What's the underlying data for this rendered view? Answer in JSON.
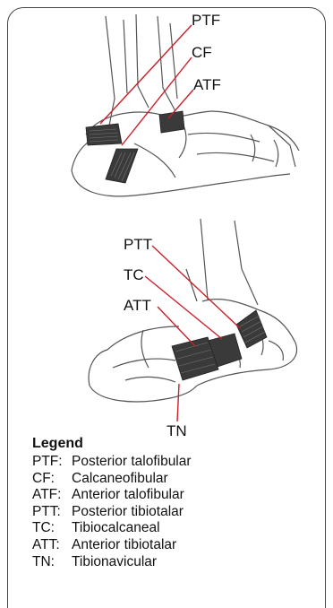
{
  "labels": {
    "ptf": "PTF",
    "cf": "CF",
    "atf": "ATF",
    "ptt": "PTT",
    "tc": "TC",
    "att": "ATT",
    "tn": "TN"
  },
  "legend": {
    "title": "Legend",
    "items": [
      {
        "abbr": "PTF:",
        "name": "Posterior talofibular"
      },
      {
        "abbr": "CF:",
        "name": "Calcaneofibular"
      },
      {
        "abbr": "ATF:",
        "name": "Anterior talofibular"
      },
      {
        "abbr": "PTT:",
        "name": "Posterior tibiotalar"
      },
      {
        "abbr": "TC:",
        "name": "Tibiocalcaneal"
      },
      {
        "abbr": "ATT:",
        "name": "Anterior tibiotalar"
      },
      {
        "abbr": "TN:",
        "name": "Tibionavicular"
      }
    ]
  },
  "colors": {
    "leader_line": "#c8202a",
    "outline": "#444444",
    "ligament": "#3a3a3a"
  }
}
